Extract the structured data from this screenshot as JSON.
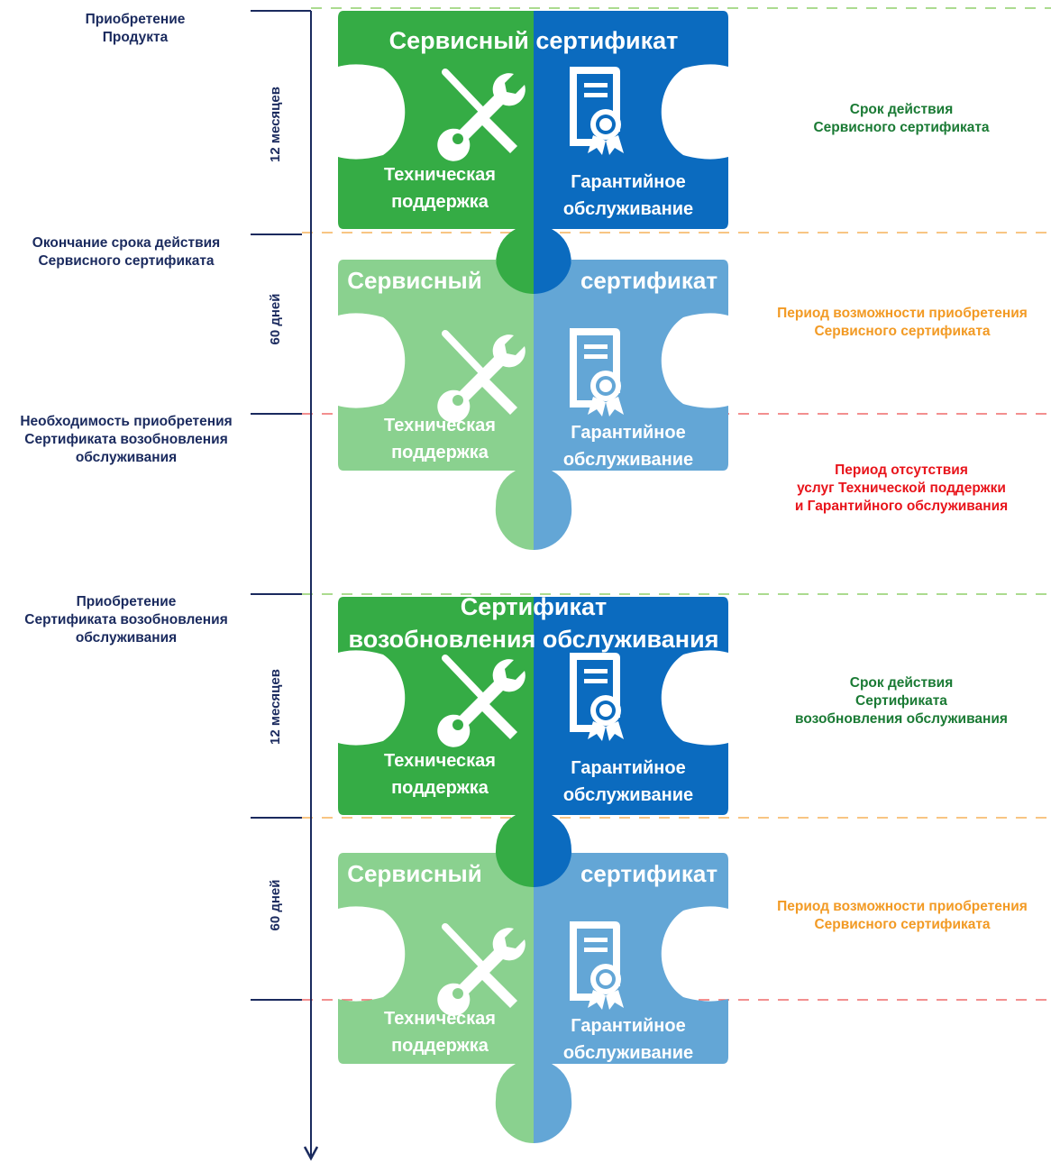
{
  "colors": {
    "green_dark": "#35ac45",
    "blue_dark": "#0b6bbf",
    "green_light": "#8ad18f",
    "blue_light": "#63a6d6",
    "navy": "#1a2a5e",
    "text_green": "#1a7a34",
    "text_orange": "#f29a24",
    "text_red": "#e8141b",
    "dash_green": "#8fcf6a",
    "dash_orange": "#f5b25a",
    "dash_red": "#ef6a6a"
  },
  "timeline": {
    "events": [
      {
        "line1": "Приобретение",
        "line2": "Продукта",
        "line3": ""
      },
      {
        "line1": "Окончание срока действия",
        "line2": "Сервисного сертификата",
        "line3": ""
      },
      {
        "line1": "Необходимость приобретения",
        "line2": "Сертификата возобновления",
        "line3": "обслуживания"
      },
      {
        "line1": "Приобретение",
        "line2": "Сертификата возобновления",
        "line3": "обслуживания"
      }
    ],
    "durations": [
      "12 месяцев",
      "60 дней",
      "12 месяцев",
      "60 дней"
    ]
  },
  "periods": {
    "p1": {
      "line1": "Срок действия",
      "line2": "Сервисного  сертификата",
      "line3": ""
    },
    "p2": {
      "line1": "Период возможности приобретения",
      "line2": "Сервисного  сертификата",
      "line3": ""
    },
    "p3": {
      "line1": "Период отсутствия",
      "line2": "услуг Технической поддержки",
      "line3": "и Гарантийного обслуживания"
    },
    "p4": {
      "line1": "Срок действия",
      "line2": "Сертификата",
      "line3": "возобновления обслуживания"
    },
    "p5": {
      "line1": "Период возможности приобретения",
      "line2": "Сервисного  сертификата",
      "line3": ""
    }
  },
  "puzzles": {
    "p1": {
      "title": "Сервисный сертификат",
      "left_l1": "Техническая",
      "left_l2": "поддержка",
      "right_l1": "Гарантийное",
      "right_l2": "обслуживание"
    },
    "p2": {
      "title_left": "Сервисный",
      "title_right": "сертификат",
      "left_l1": "Техническая",
      "left_l2": "поддержка",
      "right_l1": "Гарантийное",
      "right_l2": "обслуживание"
    },
    "p3": {
      "title_l1": "Сертификат",
      "title_l2": "возобновления обслуживания",
      "left_l1": "Техническая",
      "left_l2": "поддержка",
      "right_l1": "Гарантийное",
      "right_l2": "обслуживание"
    },
    "p4": {
      "title_left": "Сервисный",
      "title_right": "сертификат",
      "left_l1": "Техническая",
      "left_l2": "поддержка",
      "right_l1": "Гарантийное",
      "right_l2": "обслуживание"
    }
  }
}
